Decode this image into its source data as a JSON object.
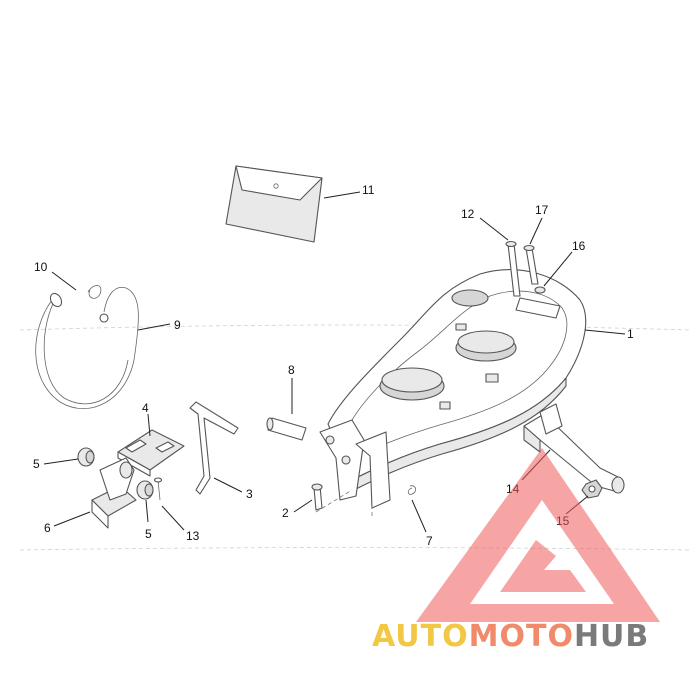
{
  "callouts": {
    "c1": "1",
    "c2": "2",
    "c3": "3",
    "c4": "4",
    "c5a": "5",
    "c5b": "5",
    "c6": "6",
    "c7": "7",
    "c8": "8",
    "c9": "9",
    "c10": "10",
    "c11": "11",
    "c12": "12",
    "c13": "13",
    "c14": "14",
    "c15": "15",
    "c16": "16",
    "c17": "17"
  },
  "watermark": {
    "part1": "AUTO",
    "part2": "MOTO",
    "part3": "HUB",
    "colors": {
      "auto": "#f2c744",
      "moto": "#f08a6a",
      "hub": "#7a7a7a",
      "triangle": "#ef5a5a"
    }
  }
}
